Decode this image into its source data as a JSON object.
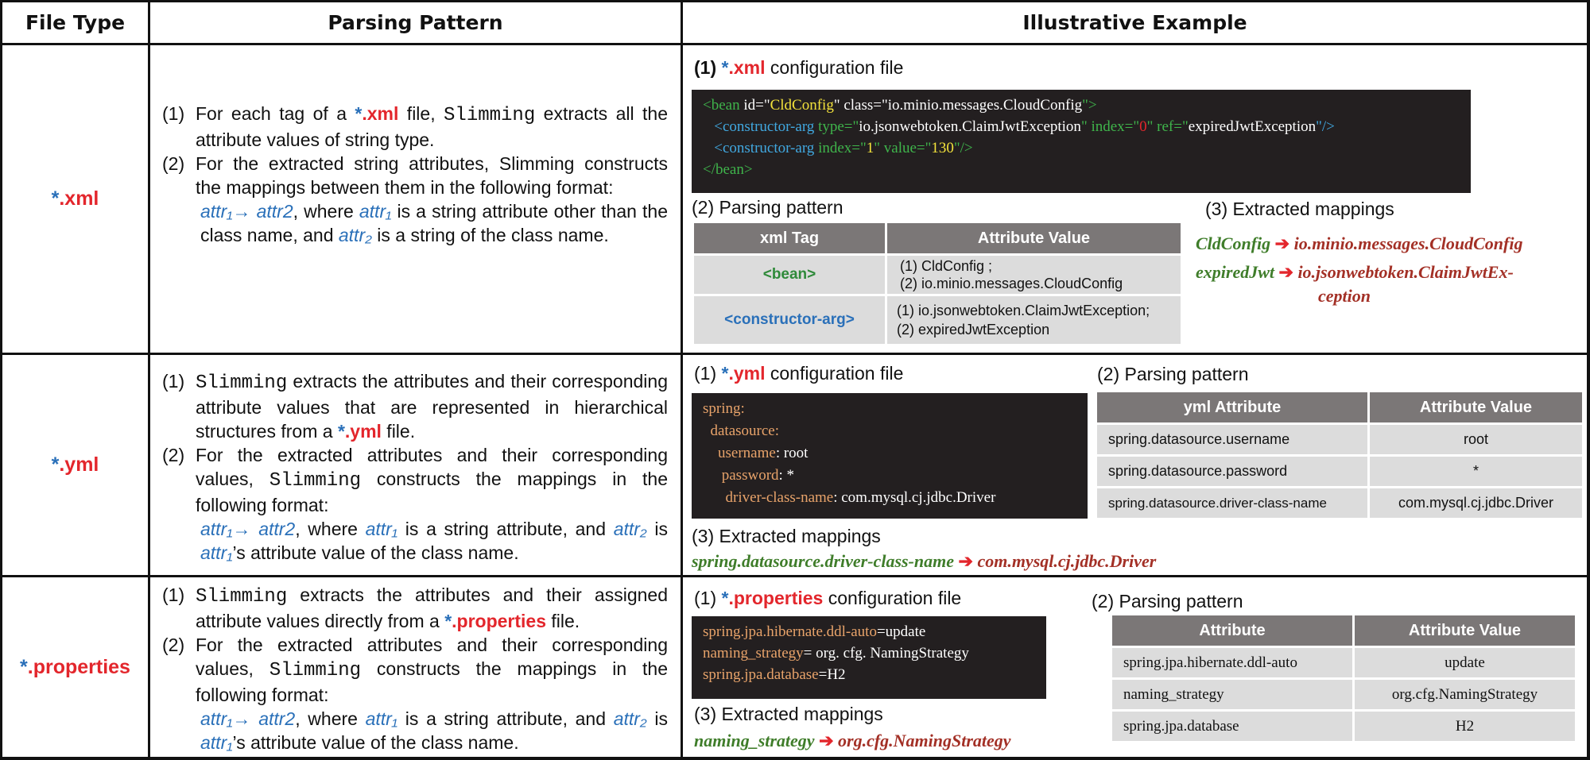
{
  "headers": {
    "file_type": "File Type",
    "parsing_pattern": "Parsing Pattern",
    "example": "Illustrative Example"
  },
  "common": {
    "attr1": "attr₁",
    "attr2": "attr2",
    "attr2_sub": "attr₂",
    "arrow": "→",
    "map_arrow": "➔",
    "where": ", where ",
    "num1": "(1)",
    "num2": "(2)",
    "num3": "(3)",
    "config_file": " configuration file",
    "parsing_pattern": "Parsing pattern",
    "extracted_mappings": "Extracted mappings",
    "slimming": "Slimming",
    "star": "*",
    "attribute_value": "Attribute Value"
  },
  "xml": {
    "ext": ".xml",
    "p1_a": "For each tag of a ",
    "p1_b": " file, ",
    "p1_c": " extracts all the attribute values of string type.",
    "p2": "For the extracted string attributes, Slimming constructs the mappings between them in the following format:",
    "p2_tail_a": " is a string attribute other than the class name, and ",
    "p2_tail_b": " is a string of the class name.",
    "code": {
      "l1_a": "<bean ",
      "l1_b": "id=\"",
      "l1_c": "CldConfig",
      "l1_d": "\" class=\"",
      "l1_e": "io.minio.messages.CloudConfig",
      "l1_f": "\">",
      "l2_a": "<constructor-arg ",
      "l2_b": "type=\"",
      "l2_c": "io.jsonwebtoken.ClaimJwtException",
      "l2_d": "\" index=\"",
      "l2_e": "0",
      "l2_f": "\" ref=\"",
      "l2_g": "expiredJwtException",
      "l2_h": "\"/>",
      "l3_a": "<constructor-arg ",
      "l3_b": "index=\"",
      "l3_c": "1",
      "l3_d": "\" value=\"",
      "l3_e": "130",
      "l3_f": "\"/>",
      "l4": "</bean>"
    },
    "table": {
      "col1": "xml Tag",
      "rows": [
        {
          "tag": "<bean>",
          "v1": "(1) CldConfig ;",
          "v2": "(2) io.minio.messages.CloudConfig"
        },
        {
          "tag": "<constructor-arg>",
          "v1": "(1) io.jsonwebtoken.ClaimJwtException;",
          "v2": "(2) expiredJwtException"
        }
      ]
    },
    "mappings": [
      {
        "from": "CldConfig",
        "to": "io.minio.messages.CloudConfig"
      },
      {
        "from": "expiredJwt",
        "to": "io.jsonwebtoken.ClaimJwtEx-",
        "to2": "ception"
      }
    ]
  },
  "yml": {
    "ext": ".yml",
    "p1_b": " extracts the attributes and their corresponding attribute values that are represented in hierarchical structures from a ",
    "p1_c": " file.",
    "p2_a": "For the extracted attributes and their corresponding values, ",
    "p2_b": " constructs the mappings in the following format:",
    "p2_tail_a": " is a string attribute, and ",
    "p2_tail_b": " is ",
    "p2_tail_c": "’s attribute value of the class name.",
    "code": {
      "l1": "spring:",
      "l2": "datasource:",
      "l3_k": "username",
      "l3_v": ": root",
      "l4_k": "password",
      "l4_v": ": *",
      "l5_k": "driver-class-name",
      "l5_v": ": com.mysql.cj.jdbc.Driver"
    },
    "table": {
      "col1": "yml Attribute",
      "rows": [
        {
          "a": "spring.datasource.username",
          "v": "root"
        },
        {
          "a": "spring.datasource.password",
          "v": "*"
        },
        {
          "a": "spring.datasource.driver-class-name",
          "v": "com.mysql.cj.jdbc.Driver"
        }
      ]
    },
    "mapping": {
      "from": "spring.datasource.driver-class-name",
      "to": "com.mysql.cj.jdbc.Driver"
    }
  },
  "props": {
    "ext": ".properties",
    "p1_b": " extracts the attributes and their assigned attribute values directly from a ",
    "p1_c": " file.",
    "code": {
      "l1_k": "spring.jpa.hibernate.ddl-auto",
      "l1_v": "=update",
      "l2_k": "naming_strategy",
      "l2_v": "= org. cfg. NamingStrategy",
      "l3_k": "spring.jpa.database",
      "l3_v": "=H2"
    },
    "table": {
      "col1": "Attribute",
      "rows": [
        {
          "a": "spring.jpa.hibernate.ddl-auto",
          "v": "update"
        },
        {
          "a": "naming_strategy",
          "v": "org.cfg.NamingStrategy"
        },
        {
          "a": "spring.jpa.database",
          "v": "H2"
        }
      ]
    },
    "mapping": {
      "from": "naming_strategy",
      "to": "org.cfg.NamingStrategy"
    }
  }
}
